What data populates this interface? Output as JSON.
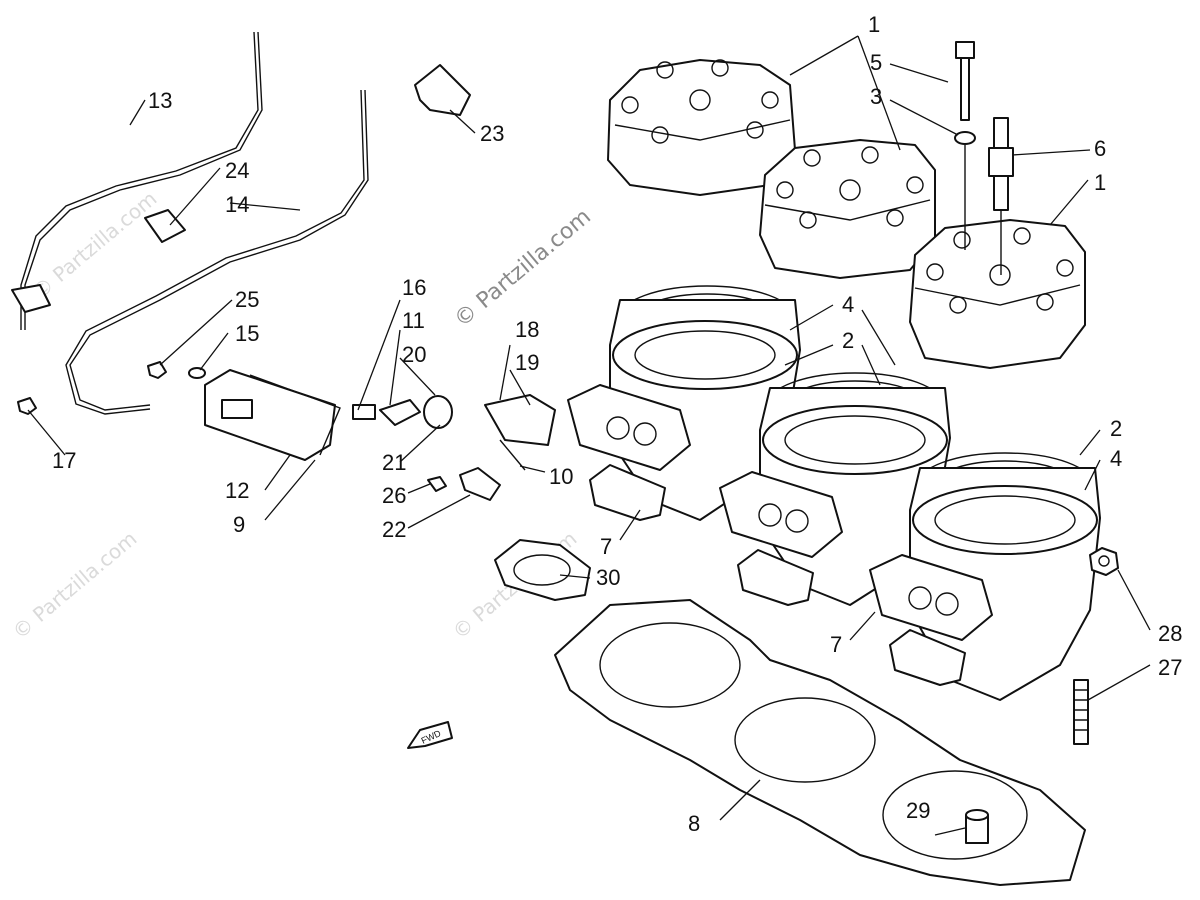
{
  "watermark": {
    "main": "© Partzilla.com",
    "faint": "© Partzilla.com"
  },
  "fwd_label": "FWD",
  "callouts": {
    "c1a": "1",
    "c1b": "1",
    "c2a": "2",
    "c2b": "2",
    "c3": "3",
    "c4a": "4",
    "c4b": "4",
    "c5": "5",
    "c6": "6",
    "c7a": "7",
    "c7b": "7",
    "c8": "8",
    "c9": "9",
    "c10": "10",
    "c11": "11",
    "c12": "12",
    "c13": "13",
    "c14": "14",
    "c15": "15",
    "c16": "16",
    "c17": "17",
    "c18": "18",
    "c19": "19",
    "c20": "20",
    "c21": "21",
    "c22": "22",
    "c23": "23",
    "c24": "24",
    "c25": "25",
    "c26": "26",
    "c27": "27",
    "c28": "28",
    "c29": "29",
    "c30": "30"
  }
}
